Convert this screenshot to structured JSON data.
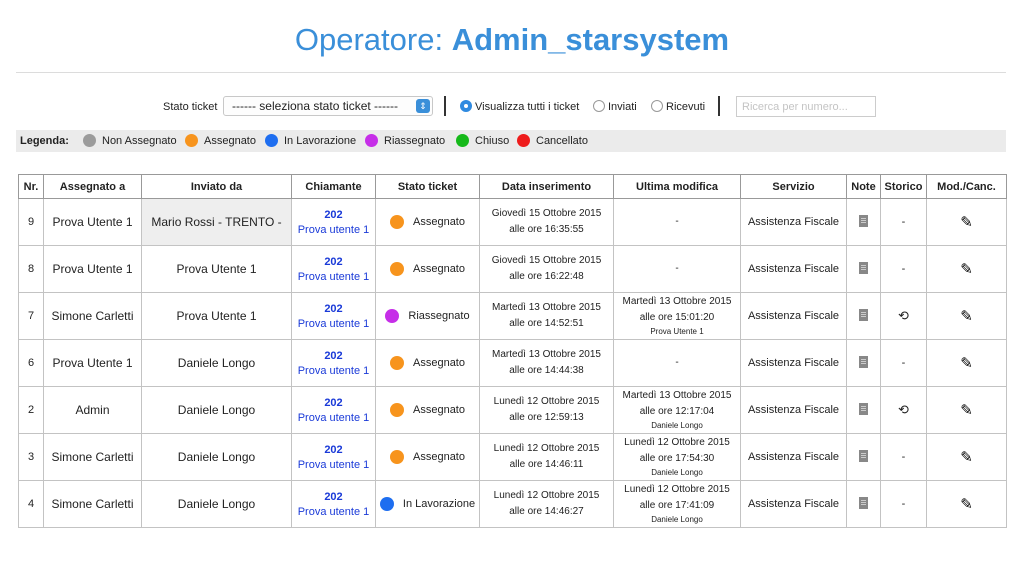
{
  "title": {
    "prefix": "Operatore: ",
    "name": "Admin_starsystem"
  },
  "filters": {
    "stato_label": "Stato ticket",
    "stato_select": "------ seleziona stato ticket ------",
    "radios": [
      {
        "label": "Visualizza tutti i ticket",
        "checked": true
      },
      {
        "label": "Inviati",
        "checked": false
      },
      {
        "label": "Ricevuti",
        "checked": false
      }
    ],
    "search_placeholder": "Ricerca per numero..."
  },
  "legend": {
    "title": "Legenda:",
    "items": [
      {
        "label": "Non Assegnato",
        "color": "#9b9b9b"
      },
      {
        "label": "Assegnato",
        "color": "#f7941d"
      },
      {
        "label": "In Lavorazione",
        "color": "#1e6ef0"
      },
      {
        "label": "Riassegnato",
        "color": "#c62ee8"
      },
      {
        "label": "Chiuso",
        "color": "#16b91a"
      },
      {
        "label": "Cancellato",
        "color": "#ee1c1c"
      }
    ]
  },
  "table": {
    "headers": [
      "Nr.",
      "Assegnato a",
      "Inviato da",
      "Chiamante",
      "Stato ticket",
      "Data inserimento",
      "Ultima modifica",
      "Servizio",
      "Note",
      "Storico",
      "Mod./Canc."
    ],
    "rows": [
      {
        "nr": "9",
        "assegnato": "Prova Utente 1",
        "inviato": "Mario Rossi - TRENTO -",
        "chiamante_num": "202",
        "chiamante_nome": "Prova utente 1",
        "stato": "Assegnato",
        "stato_color": "#f7941d",
        "ins1": "Giovedì 15 Ottobre 2015",
        "ins2": "alle ore 16:35:55",
        "mod1": "-",
        "mod2": "",
        "mod3": "",
        "servizio": "Assistenza Fiscale",
        "storico": "-"
      },
      {
        "nr": "8",
        "assegnato": "Prova Utente 1",
        "inviato": "Prova Utente 1",
        "chiamante_num": "202",
        "chiamante_nome": "Prova utente 1",
        "stato": "Assegnato",
        "stato_color": "#f7941d",
        "ins1": "Giovedì 15 Ottobre 2015",
        "ins2": "alle ore 16:22:48",
        "mod1": "-",
        "mod2": "",
        "mod3": "",
        "servizio": "Assistenza Fiscale",
        "storico": "-"
      },
      {
        "nr": "7",
        "assegnato": "Simone Carletti",
        "inviato": "Prova Utente 1",
        "chiamante_num": "202",
        "chiamante_nome": "Prova utente 1",
        "stato": "Riassegnato",
        "stato_color": "#c62ee8",
        "ins1": "Martedì 13 Ottobre 2015",
        "ins2": "alle ore 14:52:51",
        "mod1": "Martedì 13 Ottobre 2015",
        "mod2": "alle ore 15:01:20",
        "mod3": "Prova Utente 1",
        "servizio": "Assistenza Fiscale",
        "storico": "history"
      },
      {
        "nr": "6",
        "assegnato": "Prova Utente 1",
        "inviato": "Daniele Longo",
        "chiamante_num": "202",
        "chiamante_nome": "Prova utente 1",
        "stato": "Assegnato",
        "stato_color": "#f7941d",
        "ins1": "Martedì 13 Ottobre 2015",
        "ins2": "alle ore 14:44:38",
        "mod1": "-",
        "mod2": "",
        "mod3": "",
        "servizio": "Assistenza Fiscale",
        "storico": "-"
      },
      {
        "nr": "2",
        "assegnato": "Admin",
        "inviato": "Daniele Longo",
        "chiamante_num": "202",
        "chiamante_nome": "Prova utente 1",
        "stato": "Assegnato",
        "stato_color": "#f7941d",
        "ins1": "Lunedì 12 Ottobre 2015",
        "ins2": "alle ore 12:59:13",
        "mod1": "Martedì 13 Ottobre 2015",
        "mod2": "alle ore 12:17:04",
        "mod3": "Daniele Longo",
        "servizio": "Assistenza Fiscale",
        "storico": "history"
      },
      {
        "nr": "3",
        "assegnato": "Simone Carletti",
        "inviato": "Daniele Longo",
        "chiamante_num": "202",
        "chiamante_nome": "Prova utente 1",
        "stato": "Assegnato",
        "stato_color": "#f7941d",
        "ins1": "Lunedì 12 Ottobre 2015",
        "ins2": "alle ore 14:46:11",
        "mod1": "Lunedì 12 Ottobre 2015",
        "mod2": "alle ore 17:54:30",
        "mod3": "Daniele Longo",
        "servizio": "Assistenza Fiscale",
        "storico": "-"
      },
      {
        "nr": "4",
        "assegnato": "Simone Carletti",
        "inviato": "Daniele Longo",
        "chiamante_num": "202",
        "chiamante_nome": "Prova utente 1",
        "stato": "In Lavorazione",
        "stato_color": "#1e6ef0",
        "ins1": "Lunedì 12 Ottobre 2015",
        "ins2": "alle ore 14:46:27",
        "mod1": "Lunedì 12 Ottobre 2015",
        "mod2": "alle ore 17:41:09",
        "mod3": "Daniele Longo",
        "servizio": "Assistenza Fiscale",
        "storico": "-"
      }
    ]
  }
}
